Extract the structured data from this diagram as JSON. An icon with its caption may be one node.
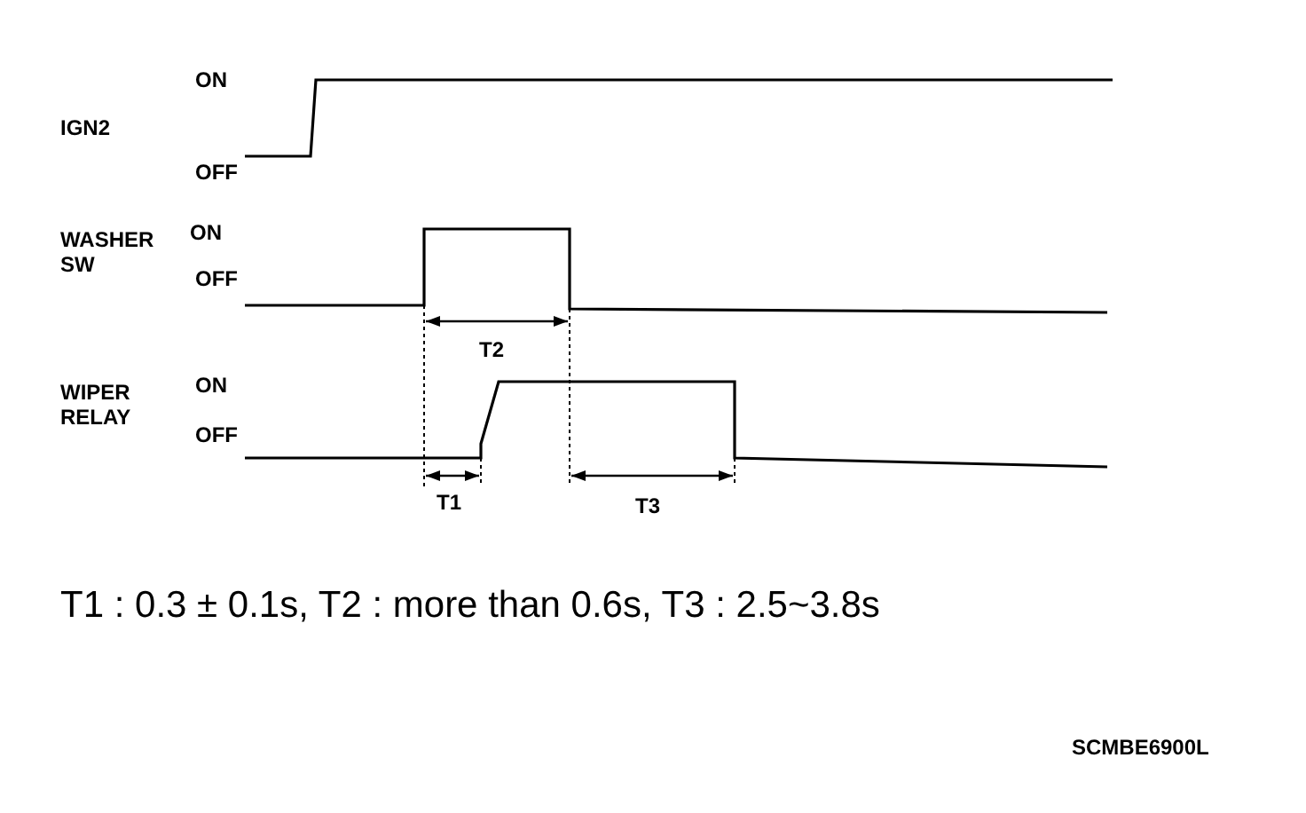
{
  "diagram": {
    "labels": [
      "ON",
      "OFF",
      "IGN2",
      "WASHER SW",
      "ON",
      "OFF",
      "WIPER RELAY",
      "ON",
      "OFF",
      "T2",
      "T1",
      "T3",
      "T1 : 0.3 ± 0.1s, T2 : more than 0.6s, T3 : 2.5~3.8s",
      "SCMBE6900L"
    ]
  }
}
